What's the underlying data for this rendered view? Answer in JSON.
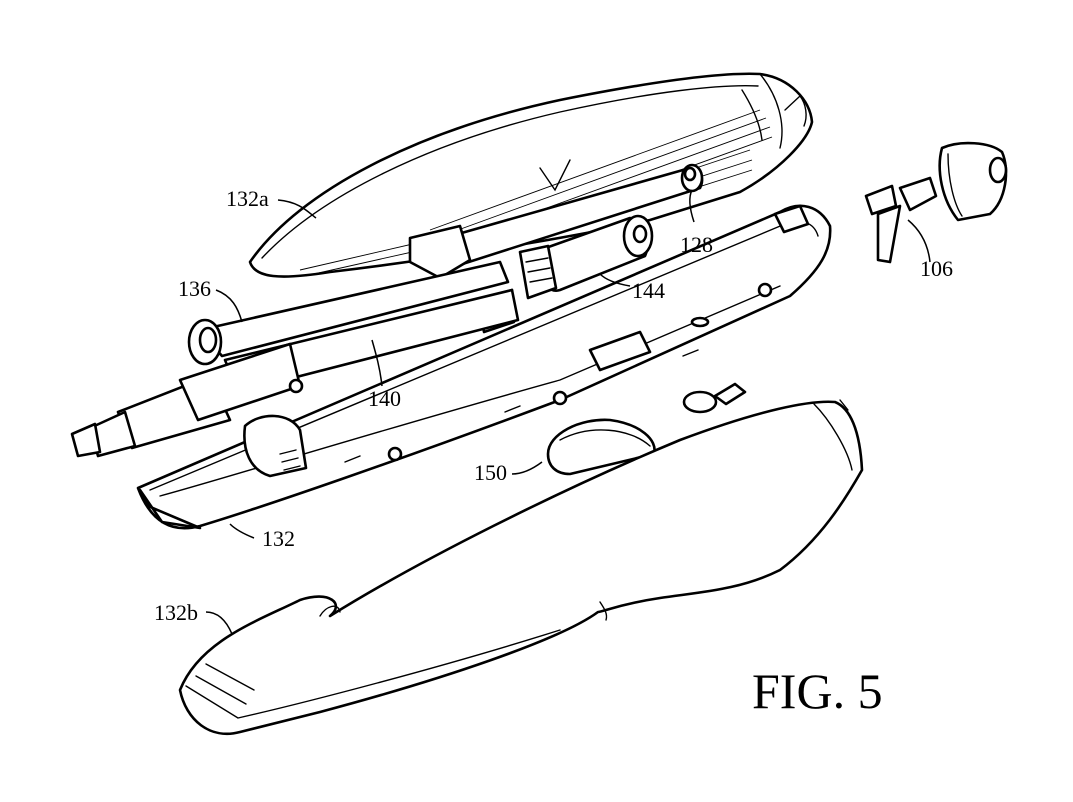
{
  "figure": {
    "title": "FIG. 5",
    "labels": {
      "l132a": "132a",
      "l128": "128",
      "l106": "106",
      "l136": "136",
      "l144": "144",
      "l140": "140",
      "l150": "150",
      "l132": "132",
      "l132b": "132b"
    }
  }
}
